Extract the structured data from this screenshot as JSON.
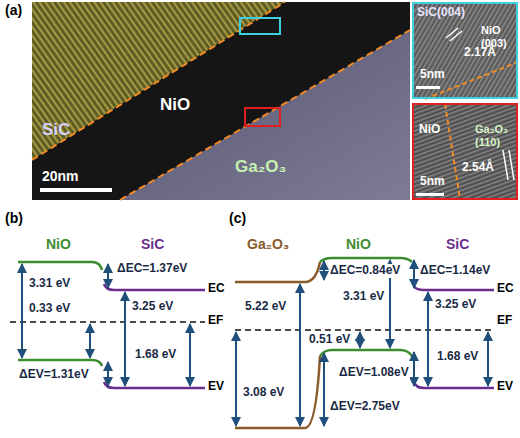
{
  "diagram": {
    "nodes": [
      {
        "text": [
          "SiC",
          "NiO",
          "Ga₂O₃",
          "20nm"
        ]
      },
      {
        "text": [
          "SiC(004)",
          "NiO (003)",
          "2.17Å",
          "5nm"
        ]
      },
      {
        "text": [
          "NiO",
          "Ga₂O₃ (110)",
          "2.54Å",
          "5nm"
        ]
      }
    ],
    "labels": [
      "(a)",
      "(b)",
      "NiO",
      "SiC",
      "ΔEC=1.37eV",
      "3.31 eV",
      "3.25 eV",
      "0.33 eV",
      "EC",
      "EF",
      "ΔEV=1.31eV",
      "1.68 eV",
      "EV",
      "(c)",
      "Ga₂O₃",
      "NiO",
      "SiC",
      "ΔEC=0.84eV",
      "ΔEC=1.14eV",
      "5.22 eV",
      "3.31 eV",
      "3.25 eV",
      "EC",
      "EF",
      "0.51 eV",
      "ΔEV=1.08eV",
      "EV",
      "1.68 eV",
      "ΔEV=2.75eV",
      "3.08 eV"
    ]
  }
}
